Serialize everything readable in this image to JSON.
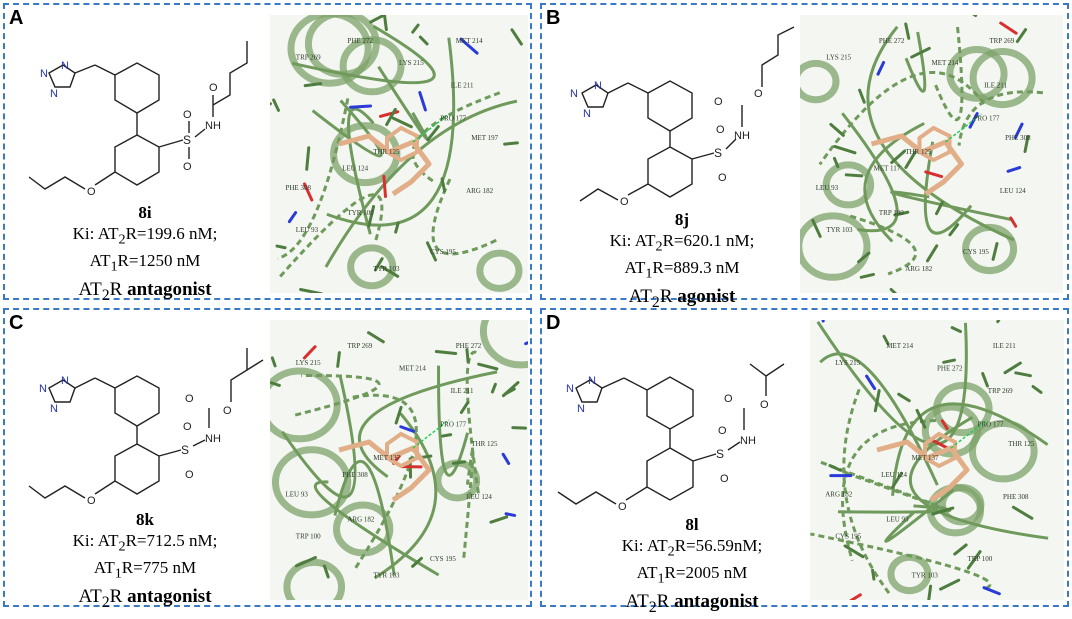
{
  "panels": [
    {
      "label": "A",
      "compound": "8i",
      "ki_line": "Ki: AT2R=199.6 nM;",
      "at1_line": "AT1R=1250 nM",
      "activity": "AT2R antagonist",
      "residues": [
        "PHE 272",
        "MET 214",
        "TRP 269",
        "LYS 215",
        "ILE 211",
        "PRO 177",
        "MET 197",
        "THR 125",
        "LEU 124",
        "PHE 308",
        "ARG 182",
        "TYR 100",
        "LEU 93",
        "CYS 195",
        "TYR 103"
      ]
    },
    {
      "label": "B",
      "compound": "8j",
      "ki_line": "Ki: AT2R=620.1 nM;",
      "at1_line": "AT1R=889.3 nM",
      "activity": "AT2R agonist",
      "residues": [
        "PHE 272",
        "TRP 269",
        "LYS 215",
        "MET 214",
        "ILE 211",
        "PRO 177",
        "PHE 308",
        "THR 125",
        "MET 117",
        "LEU 93",
        "LEU 124",
        "TRP 100",
        "TYR 103",
        "CYS 195",
        "ARG 182"
      ]
    },
    {
      "label": "C",
      "compound": "8k",
      "ki_line": "Ki: AT2R=712.5 nM;",
      "at1_line": "AT1R=775 nM",
      "activity": "AT2R antagonist",
      "residues": [
        "TRP 269",
        "PHE 272",
        "LYS 215",
        "MET 214",
        "ILE 211",
        "PRO 177",
        "THR 125",
        "MET 137",
        "PHE 308",
        "LEU 93",
        "LEU 124",
        "ARG 182",
        "TRP 100",
        "CYS 195",
        "TYR 103"
      ]
    },
    {
      "label": "D",
      "compound": "8l",
      "ki_line": "Ki: AT2R=56.59nM;",
      "at1_line": "AT1R=2005 nM",
      "activity": "AT2R antagonist",
      "residues": [
        "MET 214",
        "ILE 211",
        "LYS 215",
        "PHE 272",
        "TRP 269",
        "PRO 177",
        "THR 125",
        "MET 137",
        "LEU 124",
        "ARG 182",
        "PHE 308",
        "LEU 93",
        "CYS 195",
        "TRP 100",
        "TYR 103"
      ]
    }
  ]
}
